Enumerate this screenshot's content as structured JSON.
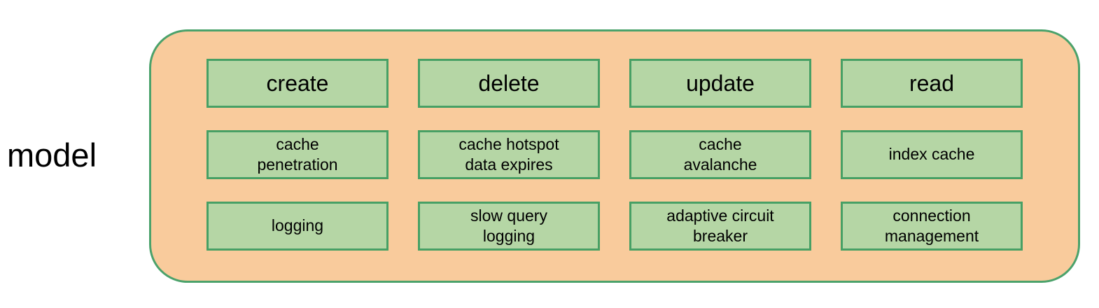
{
  "colors": {
    "container_fill": "#f9cb9c",
    "container_border": "#4ba26b",
    "node_fill": "#b5d6a5",
    "node_border": "#47a065",
    "text": "#000000"
  },
  "diagram": {
    "side_label": "model",
    "rows": [
      {
        "cells": [
          "create",
          "delete",
          "update",
          "read"
        ]
      },
      {
        "cells": [
          "cache\npenetration",
          "cache hotspot\ndata expires",
          "cache\navalanche",
          "index cache"
        ]
      },
      {
        "cells": [
          "logging",
          "slow query\nlogging",
          "adaptive circuit\nbreaker",
          "connection\nmanagement"
        ]
      }
    ]
  }
}
